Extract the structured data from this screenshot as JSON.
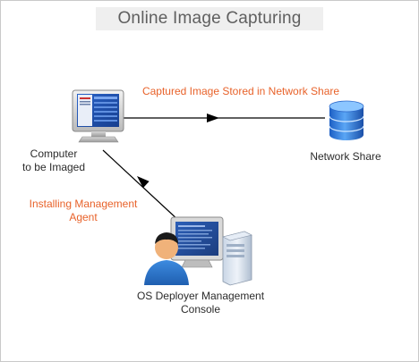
{
  "diagram": {
    "title": "Online Image Capturing",
    "nodes": {
      "computer": {
        "label_line1": "Computer",
        "label_line2": "to be Imaged",
        "icon": "computer-monitor-icon"
      },
      "network_share": {
        "label": "Network Share",
        "icon": "database-icon"
      },
      "console": {
        "label_line1": "OS Deployer  Management",
        "label_line2": "Console",
        "icon": "admin-workstation-icon"
      }
    },
    "edges": {
      "capture": {
        "label": "Captured Image Stored in Network Share"
      },
      "install": {
        "label_line1": "Installing Management",
        "label_line2": "Agent"
      }
    },
    "colors": {
      "edge_label": "#e8622a",
      "node_label": "#2b2b2b",
      "title": "#5f5f5f",
      "title_bg": "#efefef",
      "arrow": "#000000"
    }
  }
}
